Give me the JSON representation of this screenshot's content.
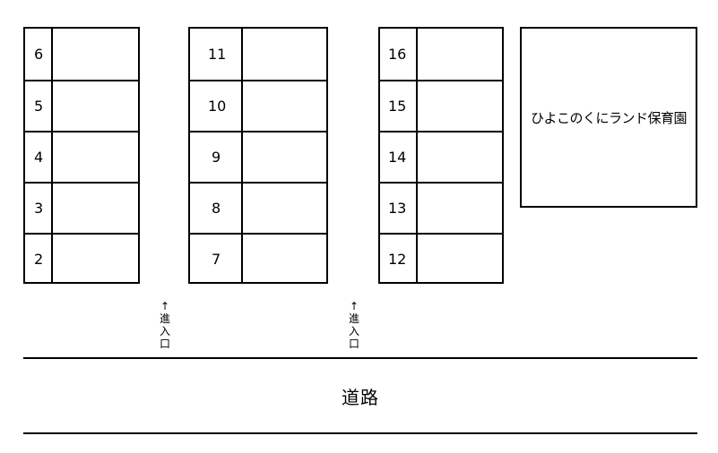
{
  "blocks": [
    {
      "id": "a",
      "spots": [
        "6",
        "5",
        "4",
        "3",
        "2"
      ]
    },
    {
      "id": "b",
      "spots": [
        "11",
        "10",
        "9",
        "8",
        "7"
      ]
    },
    {
      "id": "c",
      "spots": [
        "16",
        "15",
        "14",
        "13",
        "12"
      ]
    }
  ],
  "nursery": {
    "label": "ひよこのくにランド保育園"
  },
  "entrances": [
    {
      "arrow": "↑",
      "chars": [
        "進",
        "入",
        "口"
      ]
    },
    {
      "arrow": "↑",
      "chars": [
        "進",
        "入",
        "口"
      ]
    }
  ],
  "road": {
    "label": "道路"
  }
}
